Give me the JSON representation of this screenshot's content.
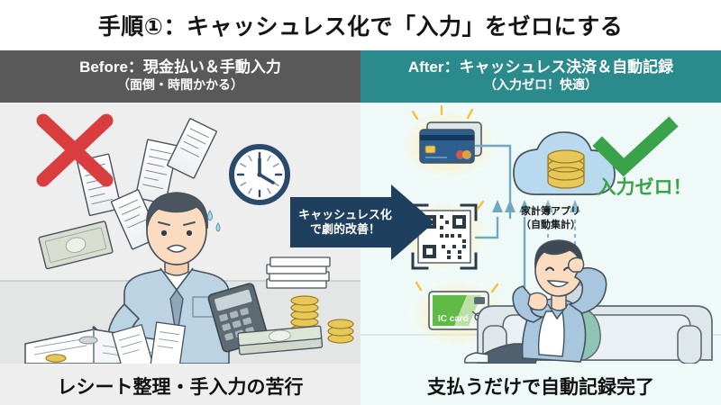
{
  "title": "手順①：キャッシュレス化で「入力」をゼロにする",
  "colors": {
    "title_text": "#141414",
    "before_header_bg": "#595959",
    "after_header_bg": "#2b8a8c",
    "before_panel_bg": "#eeeeee",
    "after_panel_bg": "#effaf8",
    "arrow_bg": "#1f3f5e",
    "check_green": "#3aa34a",
    "cross_red": "#d93d3d",
    "clock_navy": "#2b4a6b",
    "cloud_blue": "#9fcbe3",
    "coin_gold": "#e3c35a",
    "ic_card_green": "#5fbb46",
    "flow_line": "#6fa8bf"
  },
  "panels": {
    "before": {
      "header_line1": "Before：現金払い＆手動入力",
      "header_line2": "（面倒・時間かかる）",
      "caption": "レシート整理・手入力の苦行",
      "icons": [
        "red-cross-icon",
        "clock-icon",
        "receipt-icon",
        "banknote-icon",
        "coin-stack-icon",
        "calculator-icon",
        "notebook-icon",
        "stressed-person-illustration"
      ]
    },
    "after": {
      "header_line1": "After：キャッシュレス決済＆自動記録",
      "header_line2": "（入力ゼロ！快適）",
      "caption": "支払うだけで自動記録完了",
      "icons": [
        "credit-card-icon",
        "qr-code-icon",
        "ic-card-icon",
        "cloud-icon",
        "coin-stack-icon",
        "green-check-icon",
        "relaxed-person-illustration",
        "smartphone-icon"
      ]
    }
  },
  "center_arrow": {
    "line1": "キャッシュレス化",
    "line2": "で劇的改善！"
  },
  "after_labels": {
    "zero_input": "入力ゼロ！",
    "app_line1": "家計簿アプリ",
    "app_line2": "（自動集計）"
  },
  "ic_card_text": "IC card"
}
